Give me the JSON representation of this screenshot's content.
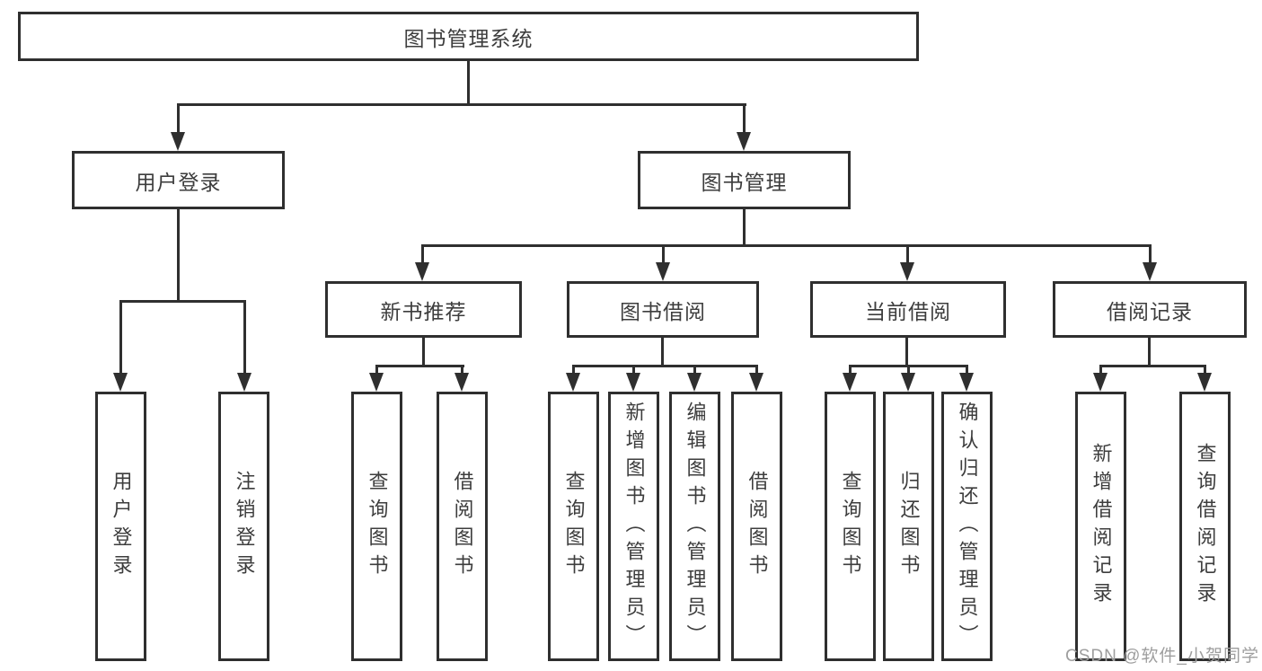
{
  "tree": {
    "root": {
      "label": "图书管理系统",
      "children": [
        {
          "label": "用户登录",
          "children": [
            {
              "label": "用户登录"
            },
            {
              "label": "注销登录"
            }
          ]
        },
        {
          "label": "图书管理",
          "children": [
            {
              "label": "新书推荐",
              "children": [
                {
                  "label": "查询图书"
                },
                {
                  "label": "借阅图书"
                }
              ]
            },
            {
              "label": "图书借阅",
              "children": [
                {
                  "label": "查询图书"
                },
                {
                  "label": "新增图书（管理员）"
                },
                {
                  "label": "编辑图书（管理员）"
                },
                {
                  "label": "借阅图书"
                }
              ]
            },
            {
              "label": "当前借阅",
              "children": [
                {
                  "label": "查询图书"
                },
                {
                  "label": "归还图书"
                },
                {
                  "label": "确认归还（管理员）"
                }
              ]
            },
            {
              "label": "借阅记录",
              "children": [
                {
                  "label": "新增借阅记录"
                },
                {
                  "label": "查询借阅记录"
                }
              ]
            }
          ]
        }
      ]
    }
  },
  "watermark": {
    "text": "CSDN @软件_小贺同学"
  },
  "colors": {
    "line": "#2f2f2f",
    "box_border": "#2f2f2f",
    "box_fill": "#ffffff",
    "text": "#3d3d3d",
    "watermark": "#9e9e9e",
    "background": "#ffffff"
  }
}
